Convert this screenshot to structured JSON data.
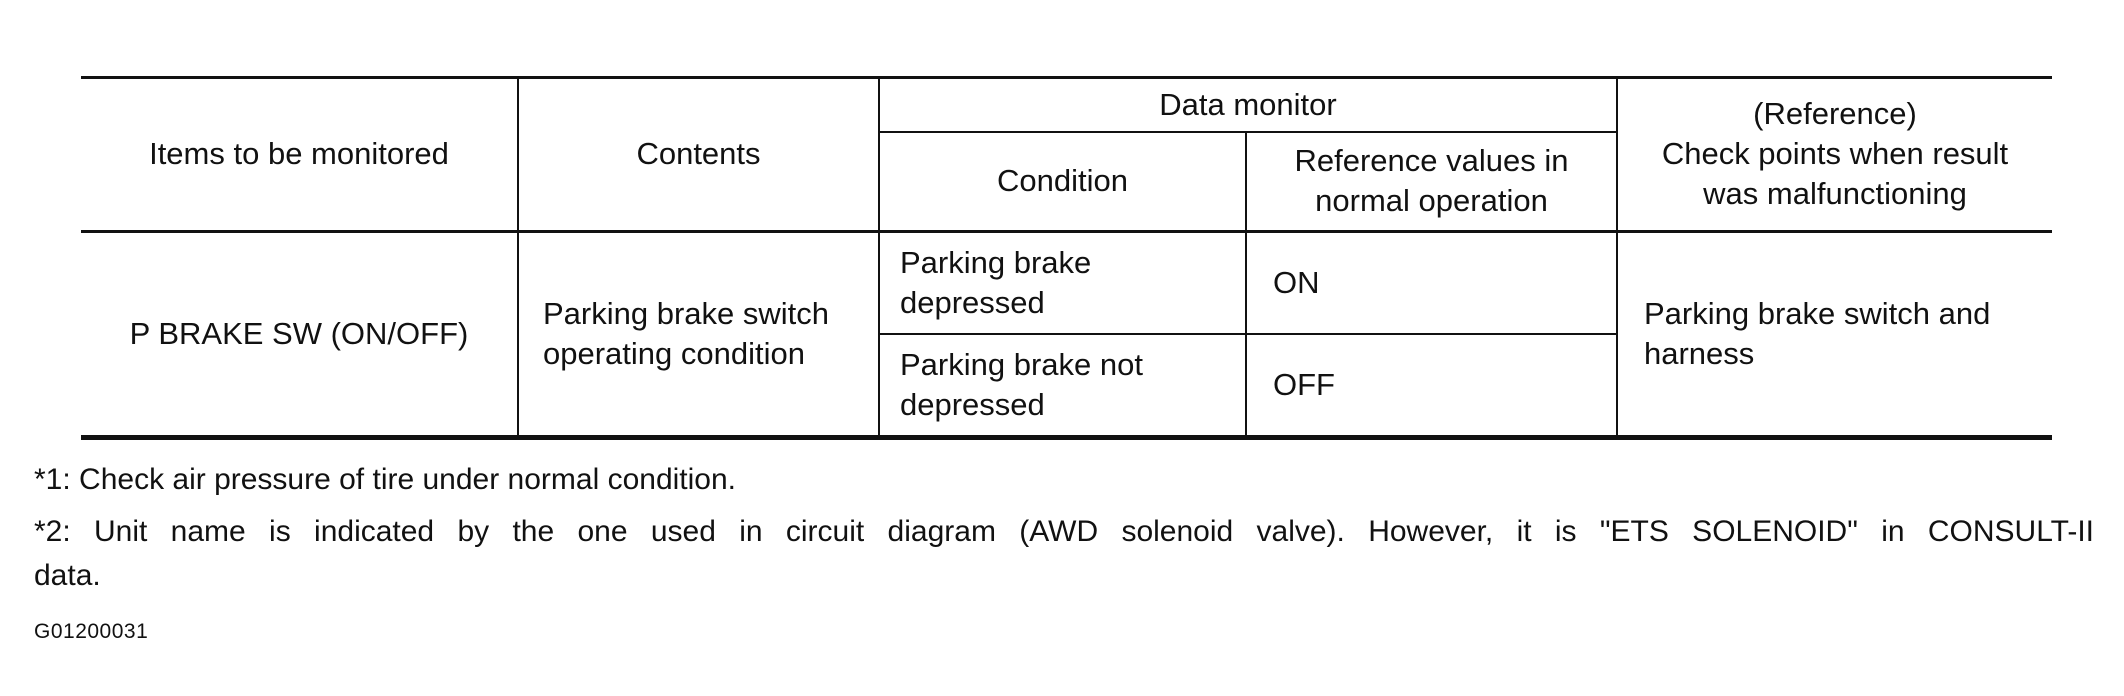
{
  "table": {
    "headers": {
      "items": "Items to be monitored",
      "contents": "Contents",
      "data_monitor": "Data monitor",
      "condition": "Condition",
      "reference_values_line1": "Reference values in",
      "reference_values_line2": "normal operation",
      "reference_line1": "(Reference)",
      "reference_line2": "Check points when result",
      "reference_line3": "was malfunctioning"
    },
    "row": {
      "item": "P BRAKE SW (ON/OFF)",
      "contents_line1": "Parking brake switch",
      "contents_line2": "operating condition",
      "conditions": [
        {
          "condition_line1": "Parking brake",
          "condition_line2": "depressed",
          "value": "ON"
        },
        {
          "condition_line1": "Parking brake not",
          "condition_line2": "depressed",
          "value": "OFF"
        }
      ],
      "check_line1": "Parking brake switch and",
      "check_line2": "harness"
    }
  },
  "notes": {
    "note1": "*1: Check air pressure of tire under normal condition.",
    "note2_line1": "*2: Unit name is indicated by the one used in circuit diagram (AWD solenoid valve). However, it is \"ETS SOLENOID\" in CONSULT-II",
    "note2_line2": "data.",
    "figure_code": "G01200031"
  }
}
